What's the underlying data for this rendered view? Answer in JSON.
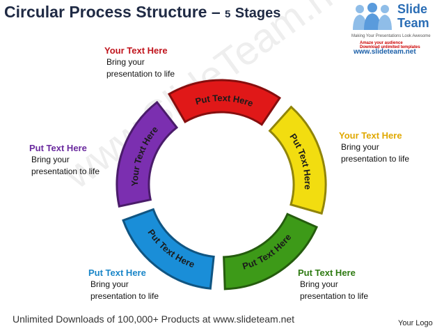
{
  "title": {
    "main": "Circular Process Structure",
    "dash": "–",
    "num": "5",
    "stages": "Stages"
  },
  "brand": {
    "word1": "Slide",
    "word2": "Team",
    "line1": "Making Your Presentations Look Awesome",
    "line2": "Amaze your audience",
    "line2b": "Download unlimited templates",
    "line3": "www.slideteam.net"
  },
  "watermark": "www.SlideTeam.net",
  "segments": [
    {
      "label": "Put Text Here",
      "color": "#e01818"
    },
    {
      "label": "Put Text Here",
      "color": "#f2dd10"
    },
    {
      "label": "Put Text Here",
      "color": "#3d9a18"
    },
    {
      "label": "Put Text Here",
      "color": "#1a8ed8"
    },
    {
      "label": "Your Text Here",
      "color": "#7b2fb0"
    }
  ],
  "callouts": {
    "top": {
      "head": "Your Text Here",
      "body1": "Bring your",
      "body2": "presentation to life",
      "color": "#c0141c"
    },
    "right": {
      "head": "Your Text Here",
      "body1": "Bring your",
      "body2": "presentation to life",
      "color": "#e0a800"
    },
    "left": {
      "head": "Put Text Here",
      "body1": "Bring your",
      "body2": "presentation to life",
      "color": "#6a2a9e"
    },
    "bottomLeft": {
      "head": "Put Text Here",
      "body1": "Bring your",
      "body2": "presentation to life",
      "color": "#1a86c8"
    },
    "bottomRight": {
      "head": "Put Text Here",
      "body1": "Bring your",
      "body2": "presentation to life",
      "color": "#2e7a12"
    }
  },
  "footer": "Unlimited Downloads of 100,000+ Products at www.slideteam.net",
  "logo": "Your Logo"
}
